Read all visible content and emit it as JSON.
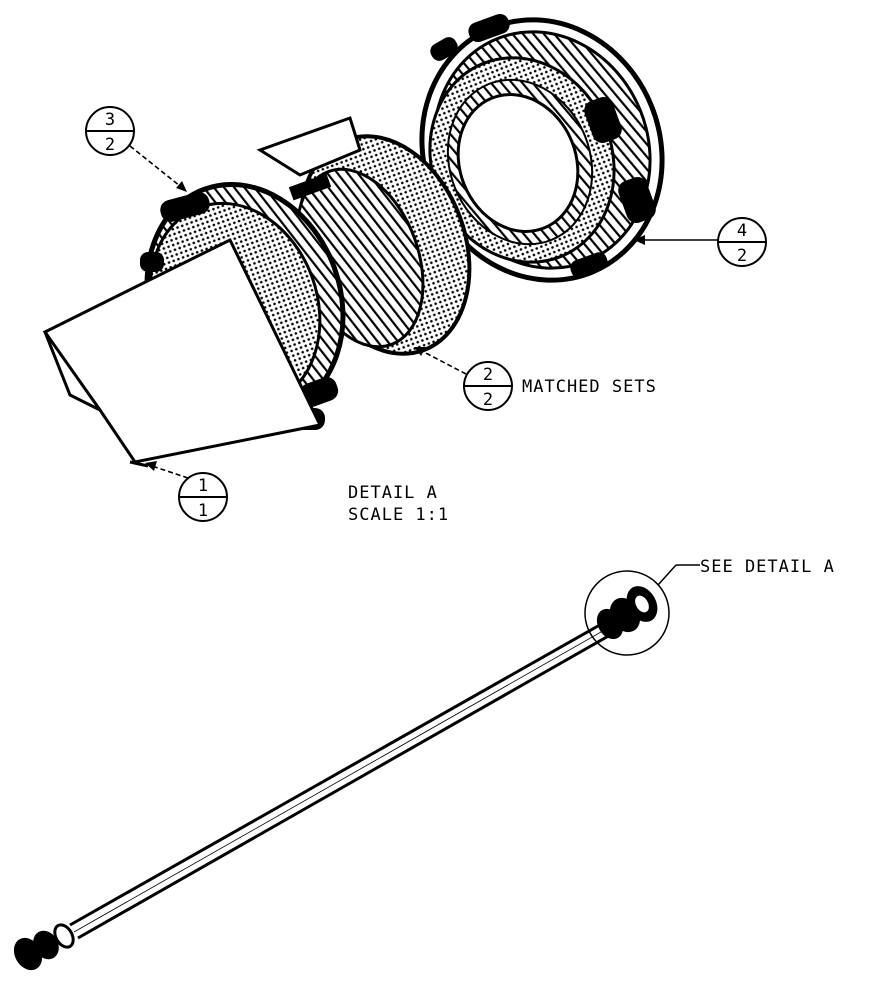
{
  "balloons": [
    {
      "id": "balloon-3",
      "item": "3",
      "qty": "2"
    },
    {
      "id": "balloon-4",
      "item": "4",
      "qty": "2"
    },
    {
      "id": "balloon-2",
      "item": "2",
      "qty": "2"
    },
    {
      "id": "balloon-1",
      "item": "1",
      "qty": "1"
    }
  ],
  "notes": {
    "matched_sets": "MATCHED SETS",
    "detail_title": "DETAIL  A",
    "detail_scale": "SCALE  1:1",
    "see_detail": "SEE DETAIL  A"
  },
  "colors": {
    "ink": "#000000",
    "paper": "#ffffff"
  }
}
